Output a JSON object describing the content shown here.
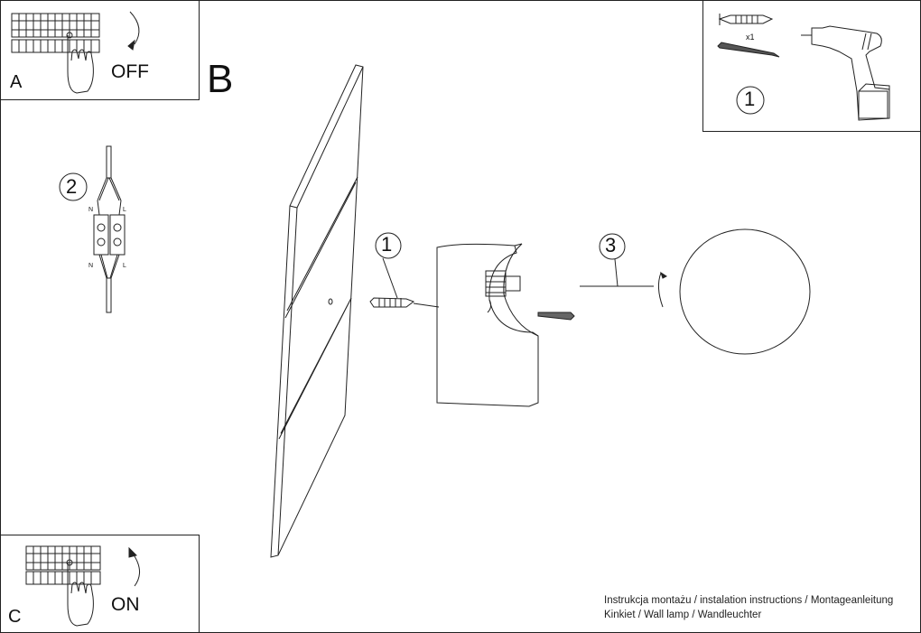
{
  "panels": {
    "a": {
      "letter": "A",
      "switch_label": "OFF"
    },
    "b": {
      "letter": "B"
    },
    "c": {
      "letter": "C",
      "switch_label": "ON"
    }
  },
  "tools": {
    "step_number": "1",
    "quantity": "x1"
  },
  "wiring": {
    "step_number": "2",
    "terminal_left_top": "N",
    "terminal_right_top": "L",
    "terminal_left_bottom": "N",
    "terminal_right_bottom": "L"
  },
  "assembly": {
    "callout_1": "1",
    "callout_3": "3"
  },
  "footer": {
    "line1": "Instrukcja montażu / instalation instructions / Montageanleitung",
    "line2": "Kinkiet / Wall lamp / Wandleuchter"
  }
}
